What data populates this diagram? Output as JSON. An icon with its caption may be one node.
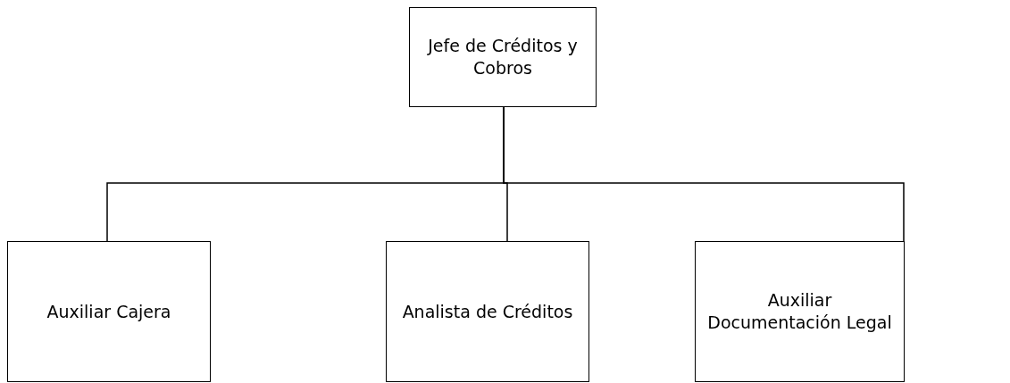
{
  "diagram": {
    "nodes": [
      {
        "text": [
          "Jefe de Créditos y Cobros"
        ]
      },
      {
        "text": [
          "Auxiliar Cajera"
        ]
      },
      {
        "text": [
          "Analista de Créditos"
        ]
      },
      {
        "text": [
          "Auxiliar Documentación Legal"
        ]
      }
    ],
    "edges": [
      {
        "from": 0,
        "to": 1,
        "arrow": "none"
      },
      {
        "from": 0,
        "to": 2,
        "arrow": "none"
      },
      {
        "from": 0,
        "to": 3,
        "arrow": "none"
      }
    ]
  }
}
